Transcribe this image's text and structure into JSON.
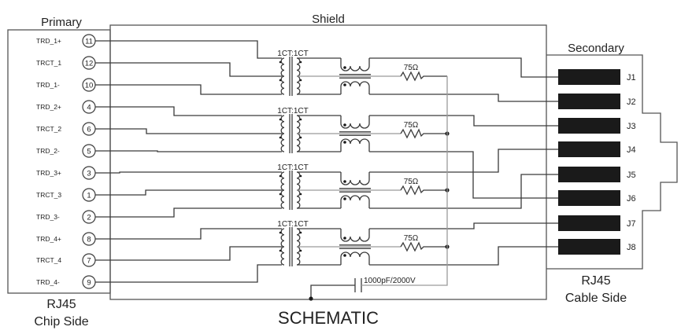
{
  "title": "SCHEMATIC",
  "primary": {
    "heading": "Primary",
    "connector": "RJ45",
    "side": "Chip Side",
    "pins": [
      {
        "signal": "TRD_1+",
        "number": "11"
      },
      {
        "signal": "TRCT_1",
        "number": "12"
      },
      {
        "signal": "TRD_1-",
        "number": "10"
      },
      {
        "signal": "TRD_2+",
        "number": "4"
      },
      {
        "signal": "TRCT_2",
        "number": "6"
      },
      {
        "signal": "TRD_2-",
        "number": "5"
      },
      {
        "signal": "TRD_3+",
        "number": "3"
      },
      {
        "signal": "TRCT_3",
        "number": "1"
      },
      {
        "signal": "TRD_3-",
        "number": "2"
      },
      {
        "signal": "TRD_4+",
        "number": "8"
      },
      {
        "signal": "TRCT_4",
        "number": "7"
      },
      {
        "signal": "TRD_4-",
        "number": "9"
      }
    ]
  },
  "shield": {
    "heading": "Shield"
  },
  "secondary": {
    "heading": "Secondary",
    "connector": "RJ45",
    "side": "Cable Side",
    "jacks": [
      "J1",
      "J2",
      "J3",
      "J4",
      "J5",
      "J6",
      "J7",
      "J8"
    ]
  },
  "channels": [
    {
      "ratio": "1CT:1CT",
      "termination": "75Ω",
      "plus_jack": "J1",
      "minus_jack": "J2"
    },
    {
      "ratio": "1CT:1CT",
      "termination": "75Ω",
      "plus_jack": "J3",
      "minus_jack": "J6"
    },
    {
      "ratio": "1CT:1CT",
      "termination": "75Ω",
      "plus_jack": "J4",
      "minus_jack": "J5"
    },
    {
      "ratio": "1CT:1CT",
      "termination": "75Ω",
      "plus_jack": "J7",
      "minus_jack": "J8"
    }
  ],
  "capacitor": {
    "label": "1000pF/2000V"
  },
  "colors": {
    "wire": "#3a3a3a",
    "center_tap_wire": "#9a9a9a",
    "jack_fill": "#1a1a1a",
    "text": "#222222"
  }
}
